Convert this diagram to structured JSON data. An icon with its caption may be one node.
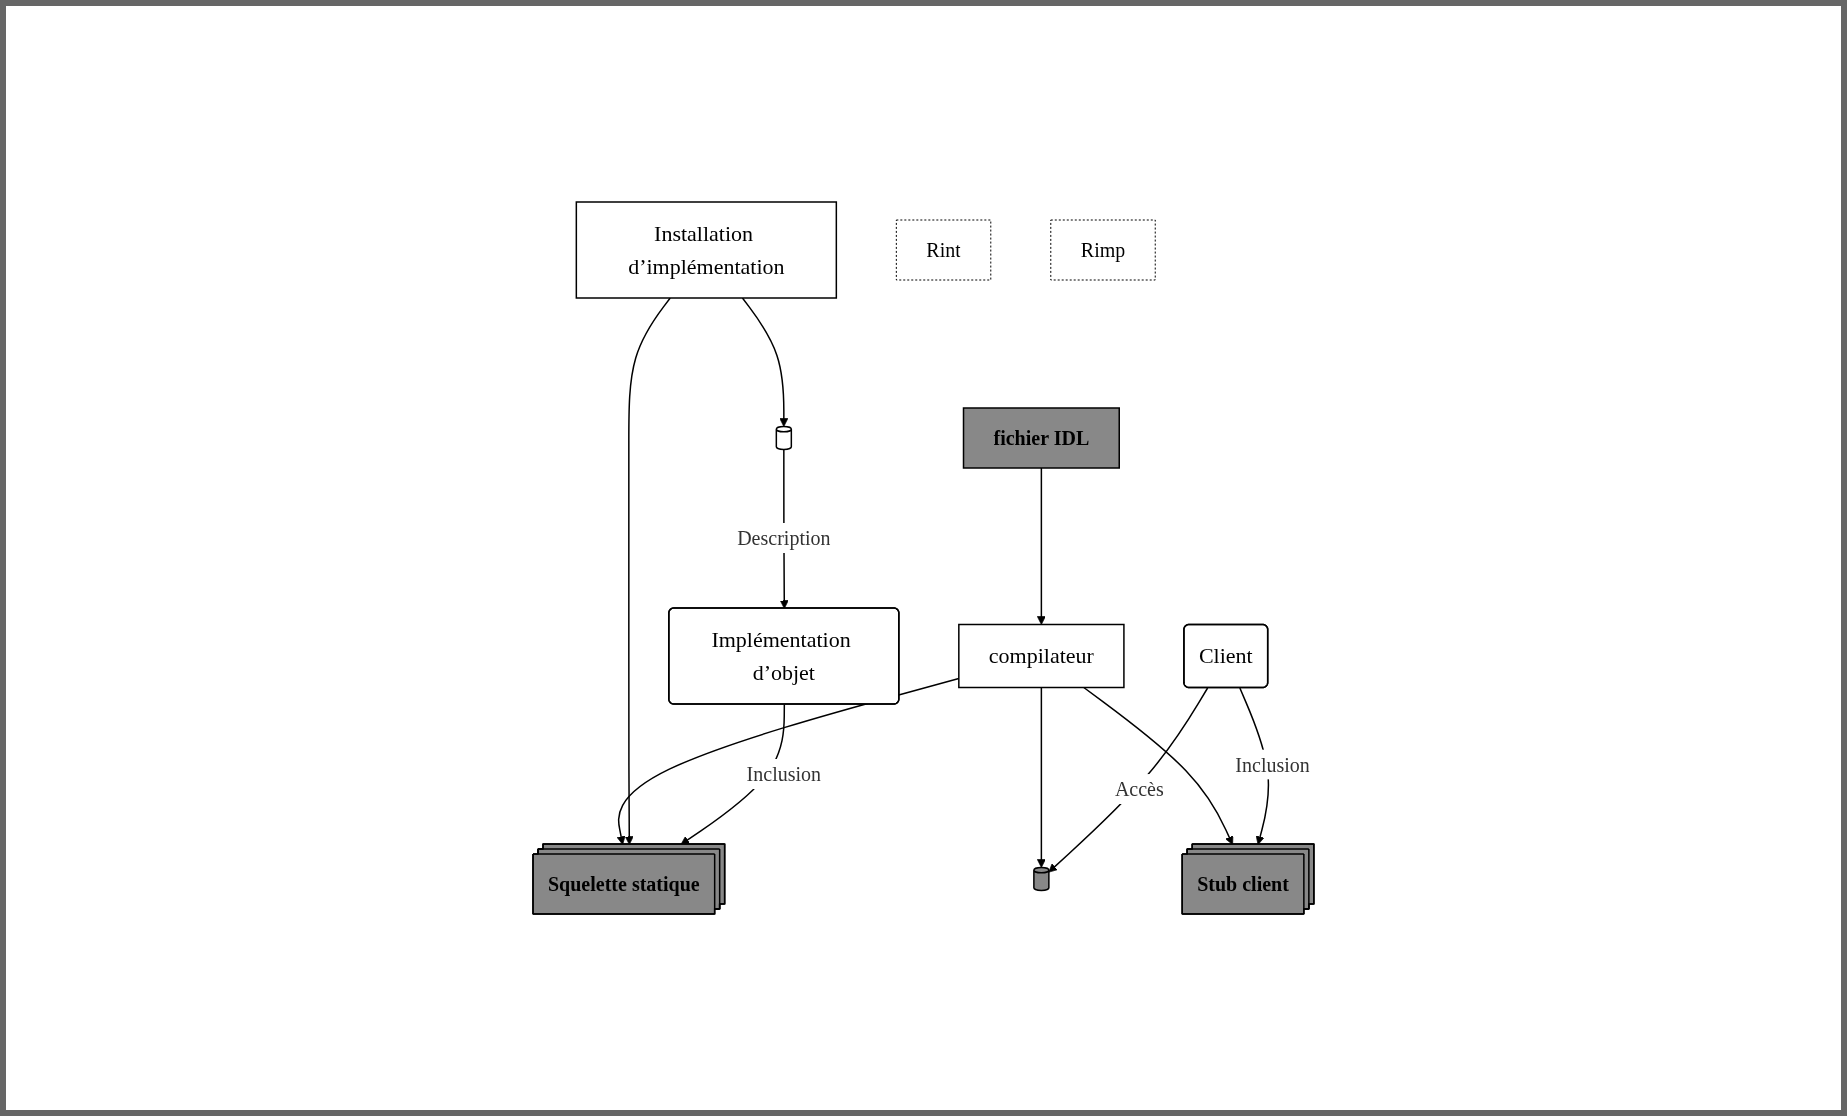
{
  "diagram": {
    "nodes": [
      {
        "text": [
          "fichier IDL"
        ]
      },
      {
        "text": [
          "Installation d’implémentation"
        ]
      },
      {
        "text": [
          "compilateur"
        ]
      },
      {
        "text": [
          "Rint"
        ]
      },
      {
        "text": [],
        "shape": "cylinder"
      },
      {
        "text": [
          "Stub client"
        ]
      },
      {
        "text": [
          "Squelette statique"
        ]
      },
      {
        "text": [],
        "shape": "cylinder"
      },
      {
        "text": [
          "Rimp"
        ]
      },
      {
        "text": [
          "Client"
        ]
      },
      {
        "text": [
          "Implémentation d’objet"
        ]
      }
    ],
    "edges": [
      {
        "from": 0,
        "to": 2,
        "arrow": "to"
      },
      {
        "from": 2,
        "to": 4,
        "arrow": "to"
      },
      {
        "from": 2,
        "to": 5,
        "arrow": "to"
      },
      {
        "from": 2,
        "to": 6,
        "arrow": "to"
      },
      {
        "from": 1,
        "to": 6,
        "arrow": "to"
      },
      {
        "from": 1,
        "to": 7,
        "arrow": "to"
      },
      {
        "from": 9,
        "to": 4,
        "arrow": "to",
        "label": "Accès"
      },
      {
        "from": 9,
        "to": 5,
        "arrow": "to",
        "label": "Inclusion"
      },
      {
        "from": 10,
        "to": 6,
        "arrow": "to",
        "label": "Inclusion"
      },
      {
        "from": 7,
        "to": 10,
        "arrow": "to",
        "label": "Description"
      }
    ]
  }
}
